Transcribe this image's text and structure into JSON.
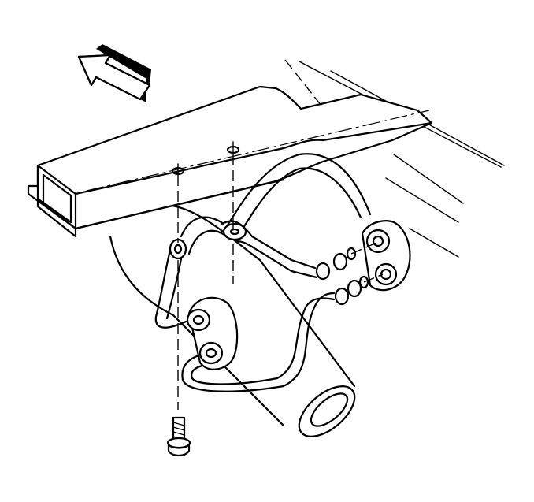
{
  "figure": {
    "kind": "exploded-view service illustration",
    "components": [
      {
        "id": "direction-arrow",
        "icon": "arrow-up-left-icon"
      },
      {
        "id": "frame-crossmember"
      },
      {
        "id": "exhaust-pipe"
      },
      {
        "id": "hanger-bracket-front"
      },
      {
        "id": "hanger-bracket-rear"
      },
      {
        "id": "rubber-insulator-front"
      },
      {
        "id": "rubber-insulator-rear"
      },
      {
        "id": "mounting-bolt"
      }
    ],
    "line_color": "#000000",
    "background": "#ffffff"
  }
}
